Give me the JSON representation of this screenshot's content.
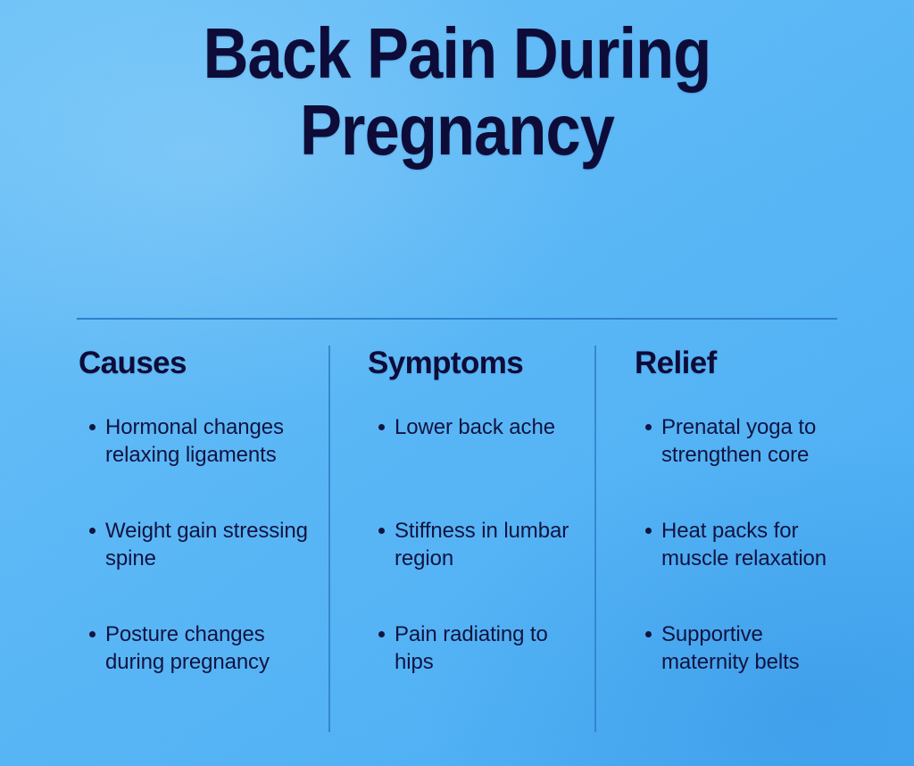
{
  "theme": {
    "background_color": "#5fbbf7",
    "heading_color": "#0d0b38",
    "body_text_color": "#111340",
    "rule_color": "#2a7bc8"
  },
  "title": {
    "line1": "Back Pain During",
    "line2": "Pregnancy",
    "full": "Back Pain During Pregnancy"
  },
  "columns": [
    {
      "heading": "Causes",
      "bullets": [
        "Hormonal changes relaxing ligaments",
        "Weight gain stressing spine",
        "Posture changes during pregnancy"
      ]
    },
    {
      "heading": "Symptoms",
      "bullets": [
        "Lower back ache",
        "Stiffness in lumbar region",
        "Pain radiating to hips"
      ]
    },
    {
      "heading": "Relief",
      "bullets": [
        "Prenatal yoga to strengthen core",
        "Heat packs for muscle relaxation",
        "Supportive maternity belts"
      ]
    }
  ]
}
